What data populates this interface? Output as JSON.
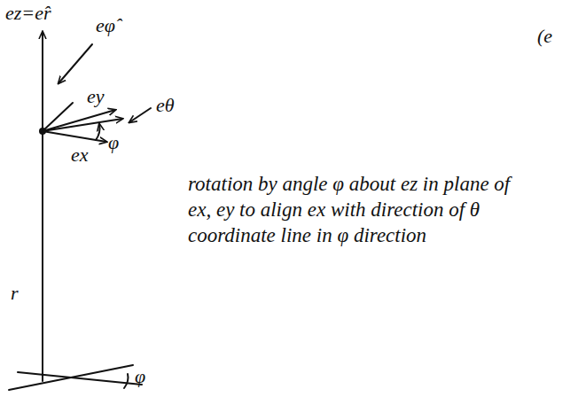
{
  "diagram": {
    "labels": [
      "ez=er̂",
      "eφ̂",
      "ey",
      "eθ",
      "ex",
      "φ",
      "rotation by angle φ about ez in plane of ex, ey to align ex with direction of θ coordinate line in φ direction",
      "r",
      "φ",
      "(e"
    ]
  }
}
